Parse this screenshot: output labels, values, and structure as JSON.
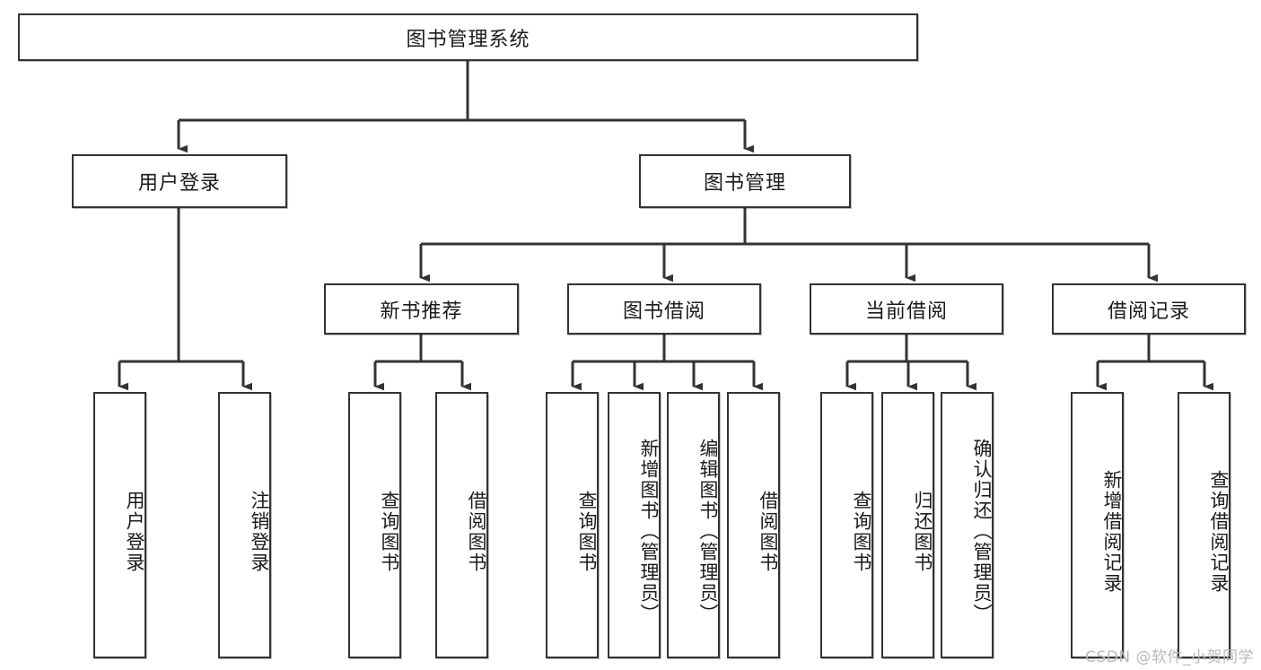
{
  "diagram": {
    "title": "图书管理系统",
    "watermark": "CSDN @软件_小贺同学",
    "colors": {
      "stroke": "#333333",
      "box_fill": "#ffffff",
      "text": "#1a1a1a",
      "watermark": "#b9b9b9",
      "background": "#ffffff"
    },
    "root": {
      "label": "图书管理系统"
    },
    "level2": [
      {
        "label": "用户登录"
      },
      {
        "label": "图书管理"
      }
    ],
    "level3": [
      {
        "label": "新书推荐"
      },
      {
        "label": "图书借阅"
      },
      {
        "label": "当前借阅"
      },
      {
        "label": "借阅记录"
      }
    ],
    "leaves": {
      "user_login": [
        {
          "label": "用户登录"
        },
        {
          "label": "注销登录"
        }
      ],
      "new_book_recommend": [
        {
          "label": "查询图书"
        },
        {
          "label": "借阅图书"
        }
      ],
      "book_borrow": [
        {
          "label": "查询图书"
        },
        {
          "label": "新增图书（管理员）"
        },
        {
          "label": "编辑图书（管理员）"
        },
        {
          "label": "借阅图书"
        }
      ],
      "current_borrow": [
        {
          "label": "查询图书"
        },
        {
          "label": "归还图书"
        },
        {
          "label": "确认归还（管理员）"
        }
      ],
      "borrow_record": [
        {
          "label": "新增借阅记录"
        },
        {
          "label": "查询借阅记录"
        }
      ]
    }
  }
}
